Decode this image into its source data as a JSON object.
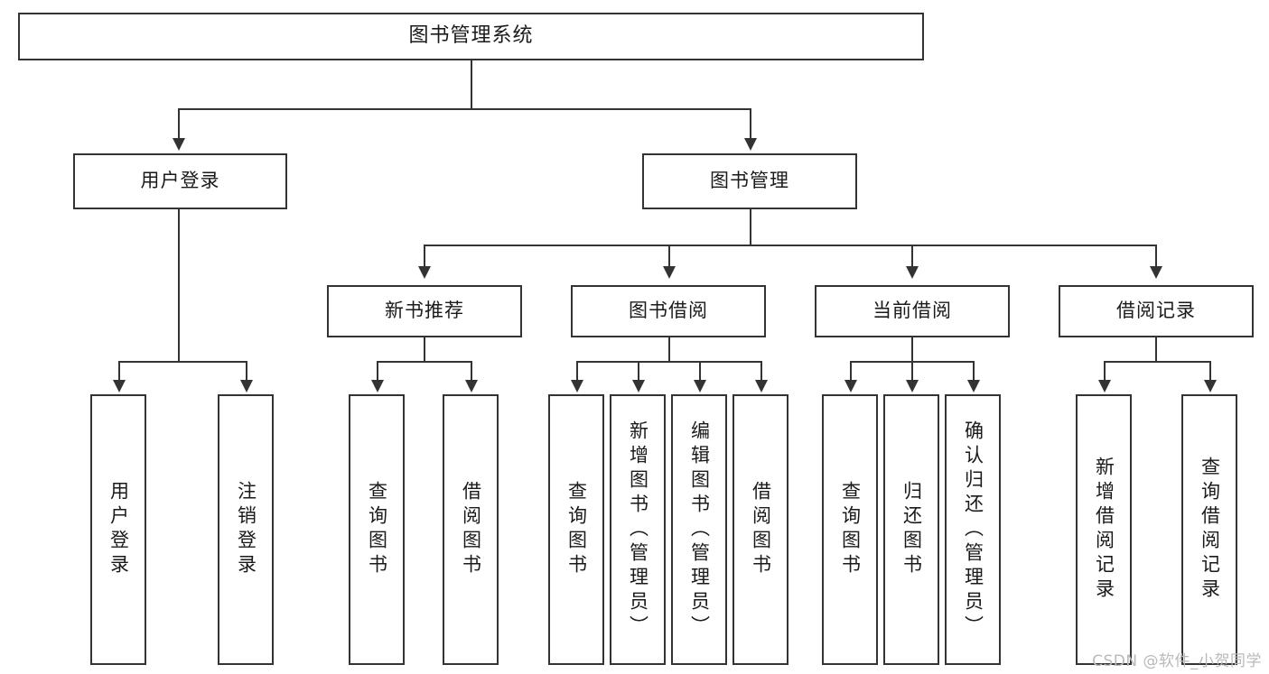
{
  "diagram": {
    "type": "tree-hierarchy",
    "title": "图书管理系统",
    "root": {
      "label": "图书管理系统"
    },
    "level2": [
      {
        "id": "user-login",
        "label": "用户登录"
      },
      {
        "id": "book-manage",
        "label": "图书管理"
      }
    ],
    "level3": [
      {
        "id": "new-book-recommend",
        "label": "新书推荐",
        "parent": "book-manage"
      },
      {
        "id": "book-borrow",
        "label": "图书借阅",
        "parent": "book-manage"
      },
      {
        "id": "current-borrow",
        "label": "当前借阅",
        "parent": "book-manage"
      },
      {
        "id": "borrow-record",
        "label": "借阅记录",
        "parent": "book-manage"
      }
    ],
    "leaves": {
      "user-login": [
        {
          "id": "leaf-user-login",
          "label": "用户登录"
        },
        {
          "id": "leaf-logout-login",
          "label": "注销登录"
        }
      ],
      "new-book-recommend": [
        {
          "id": "leaf-query-book-1",
          "label": "查询图书"
        },
        {
          "id": "leaf-borrow-book-1",
          "label": "借阅图书"
        }
      ],
      "book-borrow": [
        {
          "id": "leaf-query-book-2",
          "label": "查询图书"
        },
        {
          "id": "leaf-add-book",
          "label": "新增图书（管理员）"
        },
        {
          "id": "leaf-edit-book",
          "label": "编辑图书（管理员）"
        },
        {
          "id": "leaf-borrow-book-2",
          "label": "借阅图书"
        }
      ],
      "current-borrow": [
        {
          "id": "leaf-query-book-3",
          "label": "查询图书"
        },
        {
          "id": "leaf-return-book",
          "label": "归还图书"
        },
        {
          "id": "leaf-confirm-return",
          "label": "确认归还（管理员）"
        }
      ],
      "borrow-record": [
        {
          "id": "leaf-add-record",
          "label": "新增借阅记录"
        },
        {
          "id": "leaf-query-record",
          "label": "查询借阅记录"
        }
      ]
    }
  },
  "watermark": {
    "text": "CSDN @软件_小贺同学"
  },
  "colors": {
    "stroke": "#333333",
    "fill": "#ffffff",
    "text": "#1a1a1a",
    "watermark": "#b9b9b9"
  }
}
